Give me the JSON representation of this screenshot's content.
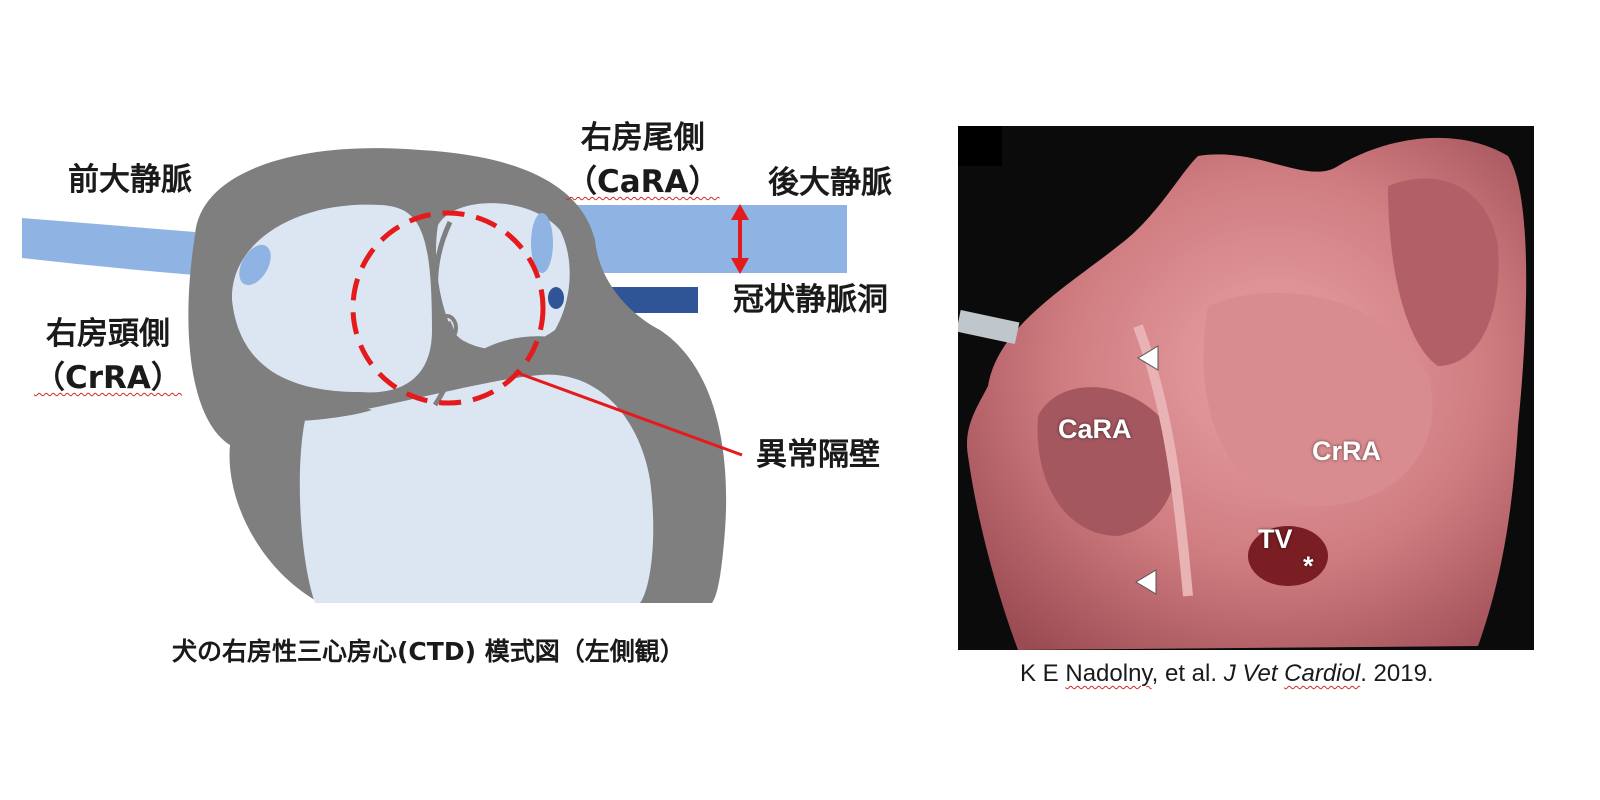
{
  "diagram": {
    "labels": {
      "anterior_vena_cava": "前大静脈",
      "cara_line1": "右房尾側",
      "cara_line2": "（CaRA）",
      "posterior_vena_cava": "後大静脈",
      "coronary_sinus": "冠状静脈洞",
      "crra_line1": "右房頭側",
      "crra_line2": "（CrRA）",
      "abnormal_septum": "異常隔壁"
    },
    "caption": "犬の右房性三心房心(CTD)  模式図（左側観）",
    "colors": {
      "heart_wall": "#7f7f7f",
      "chamber": "#dce6f2",
      "vessel_light": "#8fb4e3",
      "vessel_dark": "#2f5597",
      "highlight": "#e41a1c"
    }
  },
  "photo": {
    "labels": {
      "cara": "CaRA",
      "crra": "CrRA",
      "tv": "TV",
      "asterisk": "*"
    },
    "citation": {
      "author_initials": "K E",
      "author_name": "Nadolny",
      "rest": ", et al. ",
      "journal": "J Vet Cardiol",
      "year": ". 2019."
    }
  }
}
